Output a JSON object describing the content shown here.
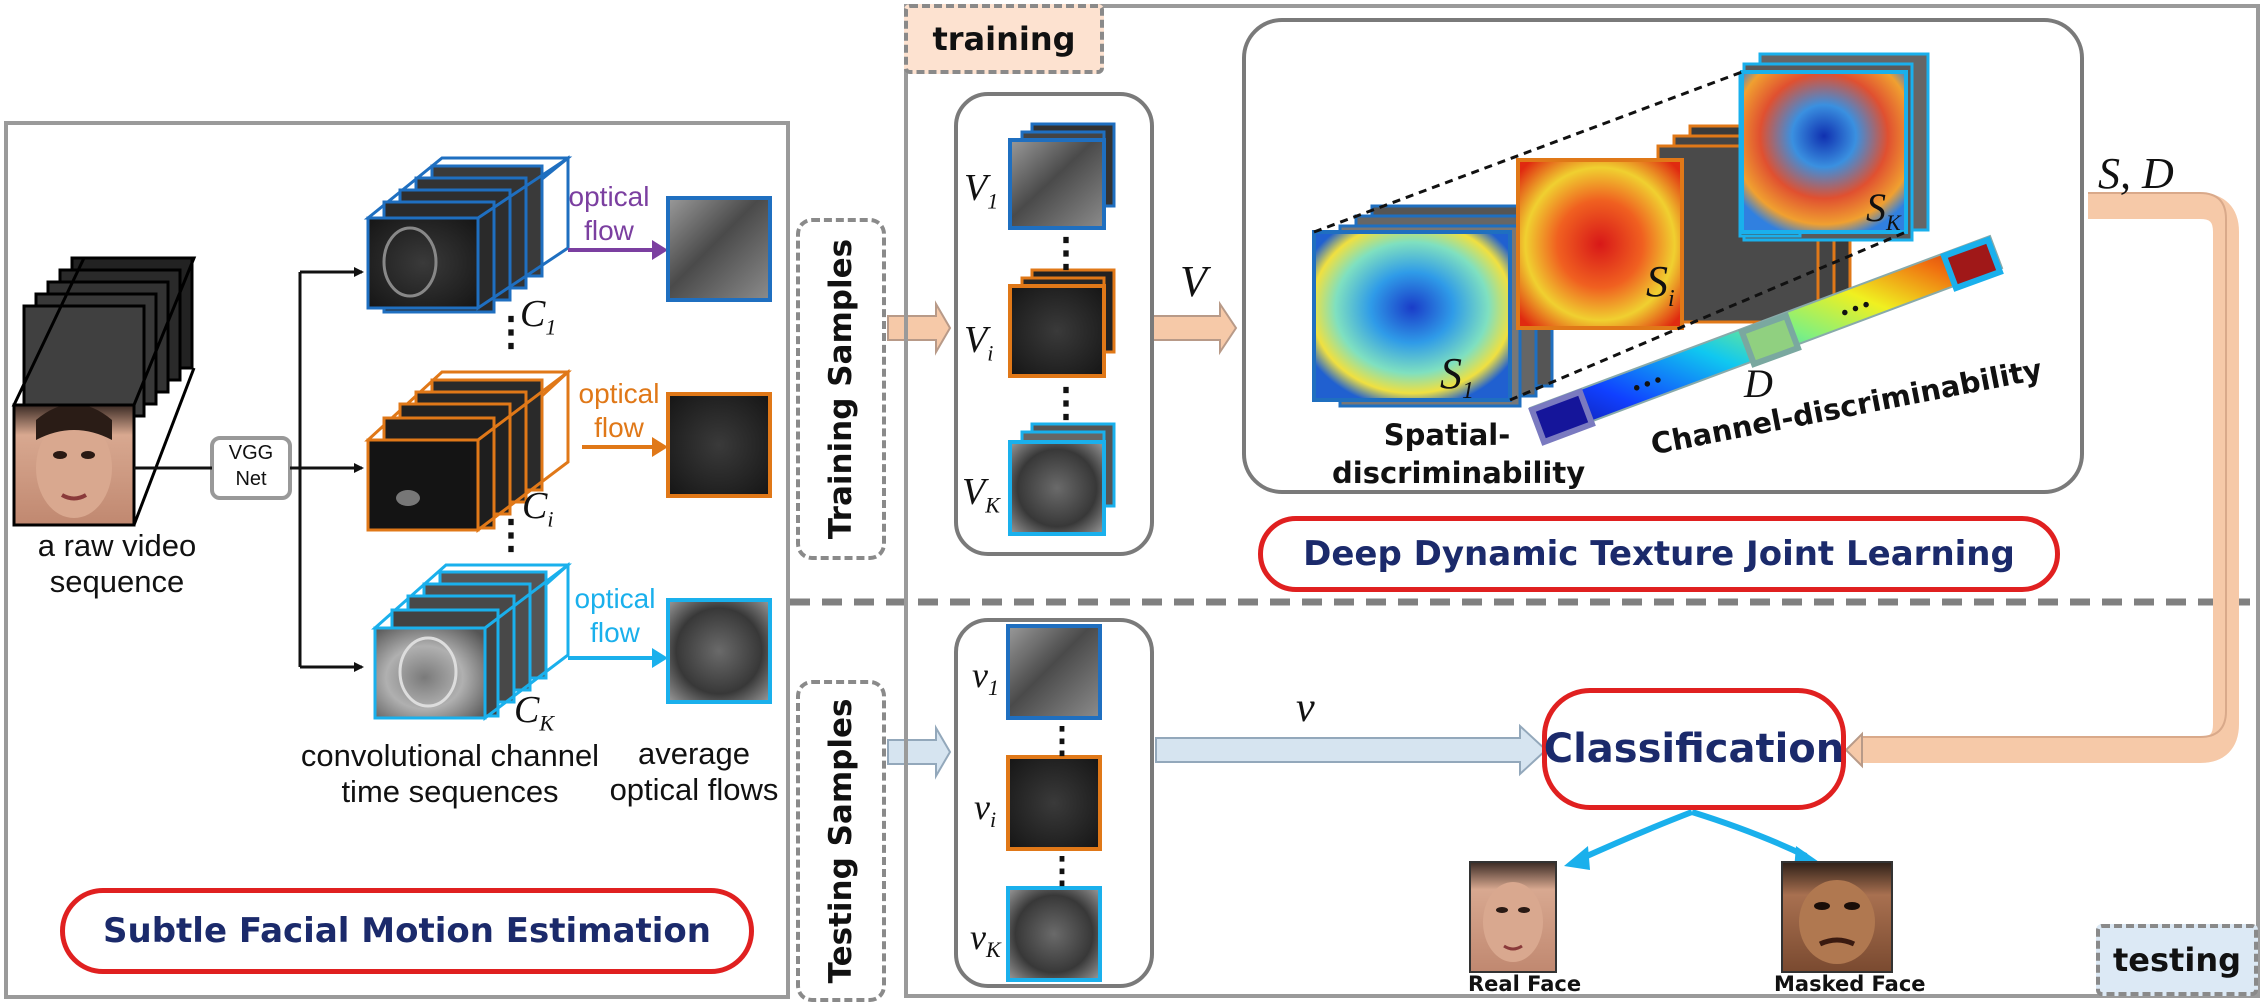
{
  "left": {
    "raw_video_label": "a raw video\nsequence",
    "vgg_label": "VGG\nNet",
    "channel_labels": [
      "C",
      "C",
      "C"
    ],
    "channel_subs": [
      "1",
      "i",
      "K"
    ],
    "optical_flow_labels": [
      "optical\nflow",
      "optical\nflow",
      "optical\nflow"
    ],
    "conv_caption": "convolutional channel\ntime sequences",
    "avg_caption": "average\noptical flows",
    "title": "Subtle Facial Motion Estimation"
  },
  "tags": {
    "training": "training",
    "testing": "testing"
  },
  "vertical_labels": {
    "training_samples": "Training Samples",
    "testing_samples": "Testing Samples"
  },
  "training_stack": {
    "letters": [
      "V",
      "V",
      "V"
    ],
    "subs": [
      "1",
      "i",
      "K"
    ],
    "arrow_label": "V"
  },
  "testing_stack": {
    "letters": [
      "v",
      "v",
      "v"
    ],
    "subs": [
      "1",
      "i",
      "K"
    ],
    "arrow_label": "v"
  },
  "learning": {
    "s_labels": [
      "S",
      "S",
      "S"
    ],
    "s_subs": [
      "1",
      "i",
      "K"
    ],
    "spatial_label": "Spatial-\ndiscriminability",
    "channel_label": "Channel-discriminability",
    "d_label": "D",
    "title": "Deep Dynamic Texture Joint Learning",
    "output_label": "S, D"
  },
  "classification": {
    "title": "Classification",
    "outputs": [
      "Real Face",
      "Masked Face"
    ]
  },
  "colors": {
    "blue_frame": "#1f6fc0",
    "orange_frame": "#e07818",
    "cyan_frame": "#1ab0ec",
    "pill_border": "#e02020",
    "pill_text": "#1b2a6b",
    "purple_arrow": "#7b3fa0",
    "training_arrow_fill": "#f6c9a8",
    "testing_arrow_fill": "#d6e4f0",
    "tag_training_fill": "#fde2d0",
    "tag_testing_fill": "#dce9f5"
  }
}
